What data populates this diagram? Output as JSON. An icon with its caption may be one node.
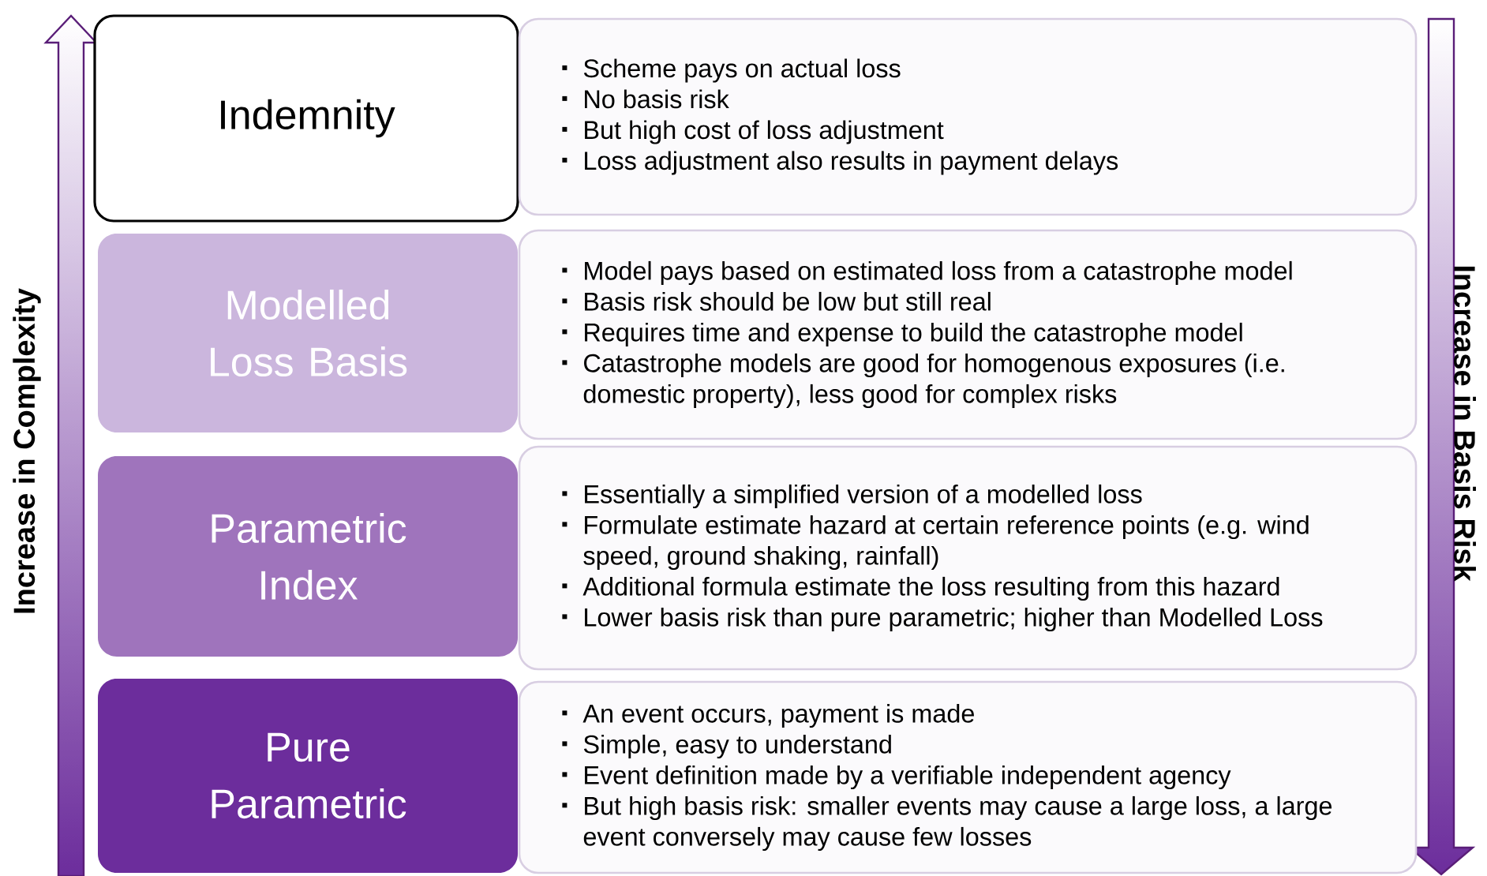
{
  "diagram": {
    "nodes": [
      {
        "text": [
          "Indemnity"
        ]
      },
      {
        "text": [
          "Modelled Loss Basis"
        ]
      },
      {
        "text": [
          "Parametric Index"
        ]
      },
      {
        "text": [
          "Pure Parametric"
        ]
      },
      {
        "text": [
          "Scheme pays on actual loss",
          "No basis risk",
          "But high cost of loss adjustment",
          "Loss adjustment also results in payment delays"
        ]
      },
      {
        "text": [
          "Model pays based on estimated loss from a catastrophe model",
          "Basis risk should be low but still real",
          "Requires time and expense to build the catastrophe model",
          "Catastrophe models are good for homogenous exposures (i.e. domestic property), less good for complex risks"
        ]
      },
      {
        "text": [
          "Essentially a simplified version of a modelled loss",
          "Formulate estimate hazard at certain reference points (e.g. wind speed, ground shaking, rainfall)",
          "Additional formula estimate the loss resulting from this hazard",
          "Lower basis risk than pure parametric; higher than Modelled Loss"
        ]
      },
      {
        "text": [
          "An event occurs, payment is made",
          "Simple, easy to understand",
          "Event definition made by a verifiable independent agency",
          "But high basis risk: smaller events may cause a large loss, a large event conversely may cause few losses"
        ]
      }
    ],
    "edges": [],
    "labels": [
      "Increase in Complexity",
      "Increase in Basis Risk"
    ]
  }
}
